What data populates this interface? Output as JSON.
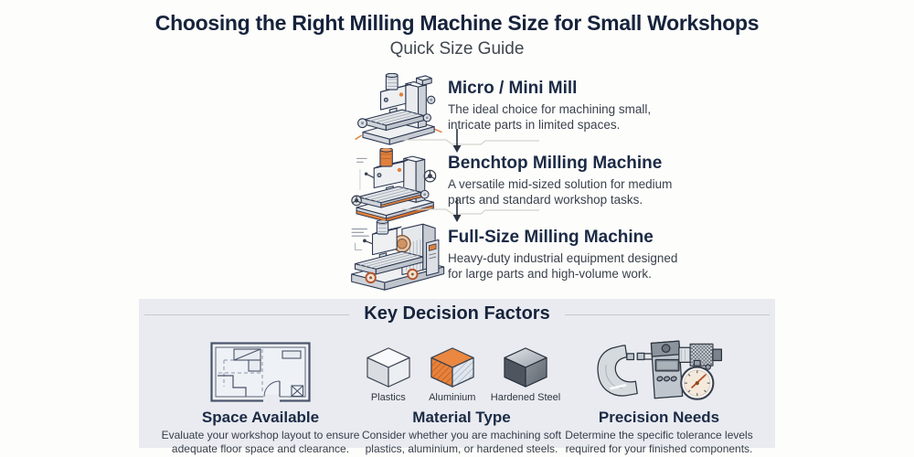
{
  "header": {
    "title": "Choosing the Right Milling Machine Size for Small Workshops",
    "subtitle": "Quick Size Guide"
  },
  "machines": [
    {
      "name": "Micro / Mini Mill",
      "description": "The ideal choice for machining small, intricate parts in limited spaces."
    },
    {
      "name": "Benchtop Milling Machine",
      "description": "A versatile mid-sized solution for medium parts and standard workshop tasks."
    },
    {
      "name": "Full-Size Milling Machine",
      "description": "Heavy-duty industrial equipment designed for large parts and high-volume work."
    }
  ],
  "decision_factors": {
    "heading": "Key Decision Factors",
    "factors": [
      {
        "title": "Space Available",
        "description": "Evaluate your workshop layout to ensure adequate floor space and clearance."
      },
      {
        "title": "Material Type",
        "description": "Consider whether you are machining soft plastics, aluminium, or hardened steels.",
        "materials": [
          "Plastics",
          "Aluminium",
          "Hardened Steel"
        ]
      },
      {
        "title": "Precision Needs",
        "description": "Determine the specific tolerance levels required for your finished components."
      }
    ]
  },
  "icons": {
    "machine_illustrations": [
      "micro-mill-icon",
      "benchtop-mill-icon",
      "full-size-mill-icon"
    ],
    "flow_connector": "down-arrow-icon",
    "factor_icons": [
      "floor-plan-icon",
      "material-cubes-icon",
      "micrometer-icon"
    ]
  },
  "colors": {
    "heading_navy": "#16233c",
    "body_text": "#3a414d",
    "panel_background": "#e9ebf0",
    "accent_orange": "#e0803c",
    "divider_gray": "#c4c9d3",
    "page_background": "#fdfdfb"
  }
}
